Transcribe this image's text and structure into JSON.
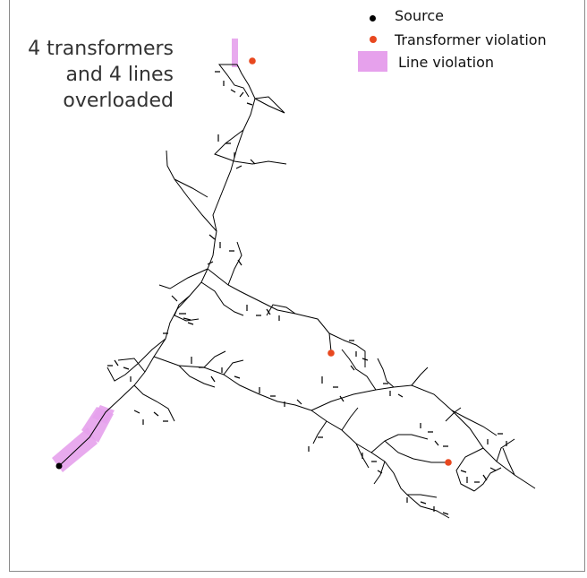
{
  "annotation": {
    "line1": "4 transformers",
    "line2": "and 4 lines",
    "line3": "overloaded"
  },
  "legend": {
    "source": "Source",
    "transformer_violation": "Transformer violation",
    "line_violation": "Line violation"
  },
  "colors": {
    "network": "#000000",
    "source_marker": "#000000",
    "transformer_violation": "#e8481f",
    "line_violation": "#e6a1ec"
  }
}
